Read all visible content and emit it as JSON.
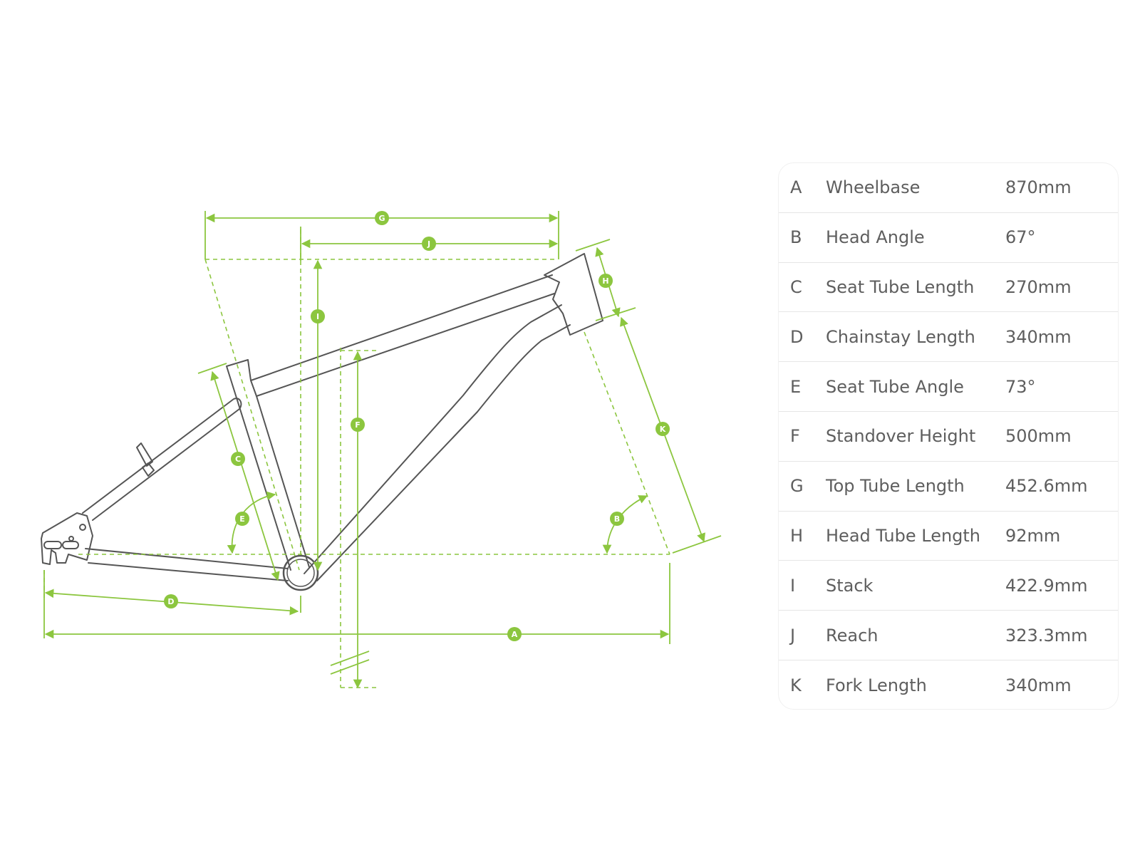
{
  "colors": {
    "accent": "#8cc63f",
    "frame": "#555555",
    "text": "#5e5e5e",
    "divider": "#e6e6e6"
  },
  "geometry": [
    {
      "letter": "A",
      "label": "Wheelbase",
      "value": "870mm"
    },
    {
      "letter": "B",
      "label": "Head Angle",
      "value": "67°"
    },
    {
      "letter": "C",
      "label": "Seat Tube Length",
      "value": "270mm"
    },
    {
      "letter": "D",
      "label": "Chainstay Length",
      "value": "340mm"
    },
    {
      "letter": "E",
      "label": "Seat Tube Angle",
      "value": "73°"
    },
    {
      "letter": "F",
      "label": "Standover Height",
      "value": "500mm"
    },
    {
      "letter": "G",
      "label": "Top Tube Length",
      "value": "452.6mm"
    },
    {
      "letter": "H",
      "label": "Head Tube Length",
      "value": "92mm"
    },
    {
      "letter": "I",
      "label": "Stack",
      "value": "422.9mm"
    },
    {
      "letter": "J",
      "label": "Reach",
      "value": "323.3mm"
    },
    {
      "letter": "K",
      "label": "Fork Length",
      "value": "340mm"
    }
  ]
}
